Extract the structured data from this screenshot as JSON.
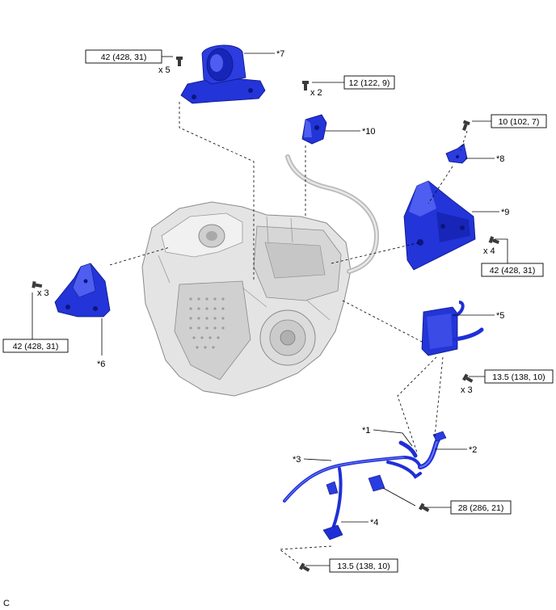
{
  "torques": {
    "t1": "42 (428, 31)",
    "t2": "12 (122, 9)",
    "t3": "10 (102, 7)",
    "t4": "42 (428, 31)",
    "t5": "42 (428, 31)",
    "t6": "13.5 (138, 10)",
    "t7": "28 (286, 21)",
    "t8": "13.5 (138, 10)"
  },
  "quantities": {
    "q1": "x 5",
    "q2": "x 2",
    "q3": "x 4",
    "q4": "x 3",
    "q5": "x 3"
  },
  "callouts": {
    "c1": "*1",
    "c2": "*2",
    "c3": "*3",
    "c4": "*4",
    "c5": "*5",
    "c6": "*6",
    "c7": "*7",
    "c8": "*8",
    "c9": "*9",
    "c10": "*10"
  },
  "figure_code": "C",
  "colors": {
    "part_blue": "#1f2fd6",
    "part_dark": "#0c1580",
    "part_light": "#5a6cf0",
    "body_gray": "#dadada",
    "body_dark": "#9a9a9a",
    "line": "#000000"
  }
}
